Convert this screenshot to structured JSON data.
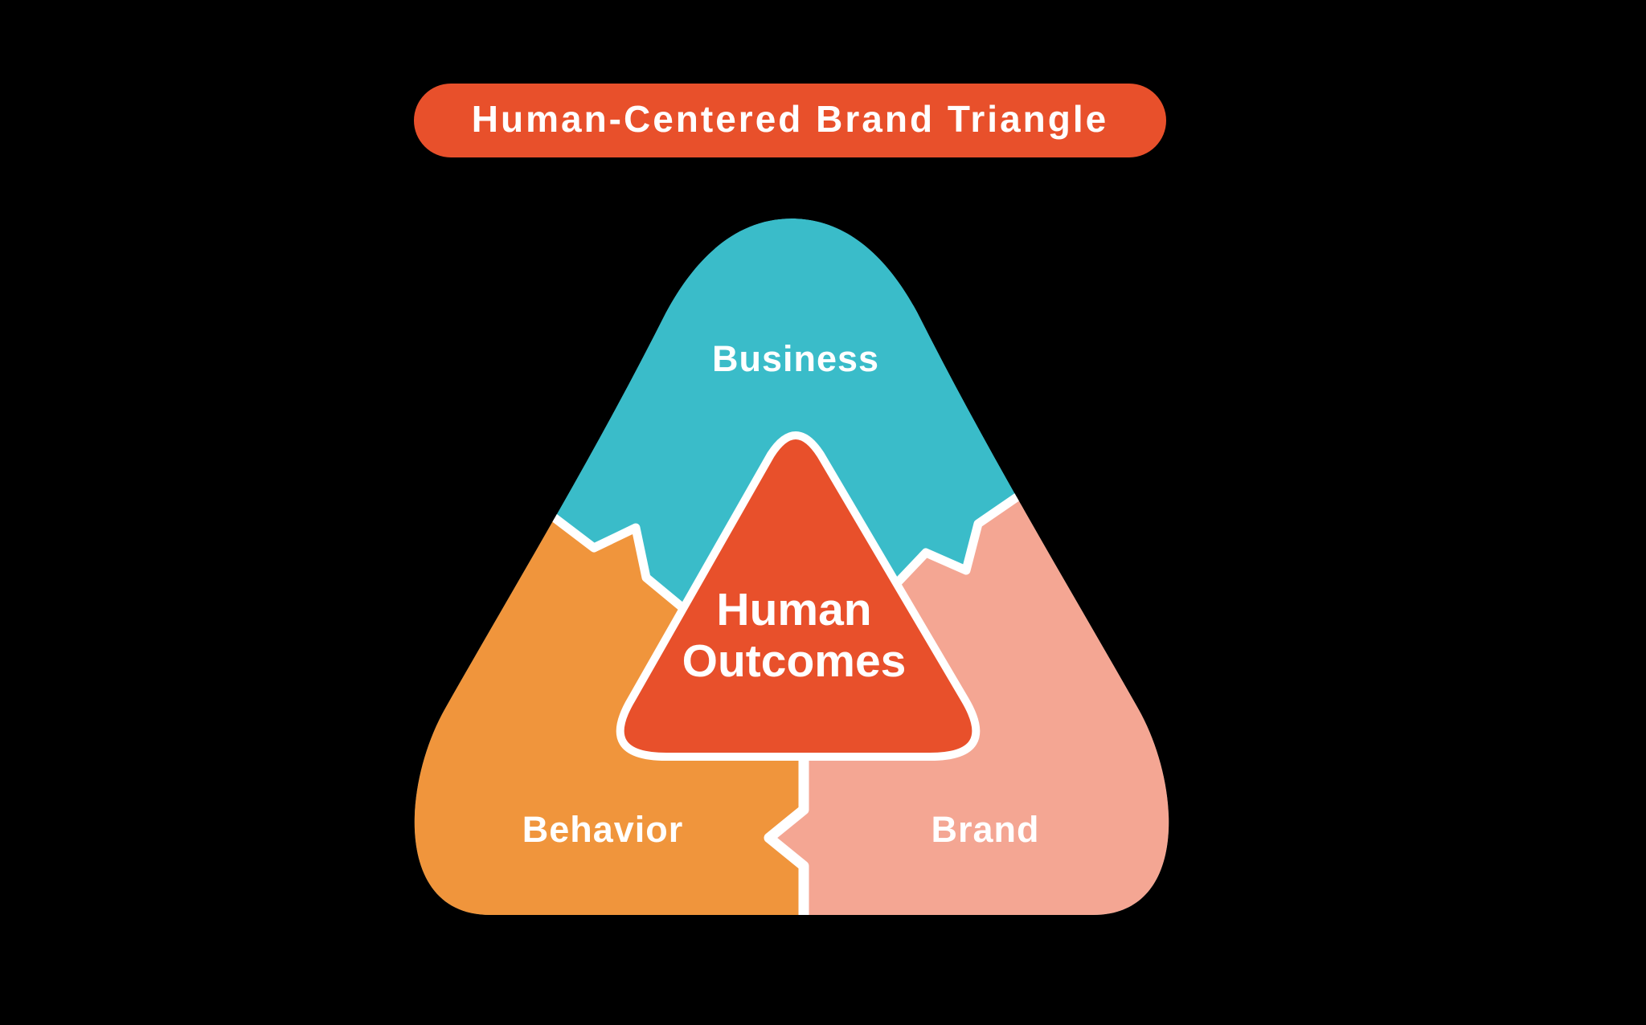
{
  "page": {
    "background_color": "#000000"
  },
  "title_badge": {
    "label": "Human-Centered Brand Triangle",
    "background_color": "#E8502B",
    "text_color": "#FFFFFF"
  },
  "triangle": {
    "label_color": "#FFFFFF",
    "divider_color": "#FFFFFF",
    "sections": [
      {
        "id": "business",
        "label": "Business",
        "color": "#3ABCC9",
        "position": "top"
      },
      {
        "id": "behavior",
        "label": "Behavior",
        "color": "#F0953C",
        "position": "bottom-left"
      },
      {
        "id": "brand",
        "label": "Brand",
        "color": "#F4A693",
        "position": "bottom-right"
      }
    ],
    "center": {
      "label": "Human Outcomes",
      "line1": "Human",
      "line2": "Outcomes",
      "color": "#E8502B",
      "border_color": "#FFFFFF"
    }
  }
}
